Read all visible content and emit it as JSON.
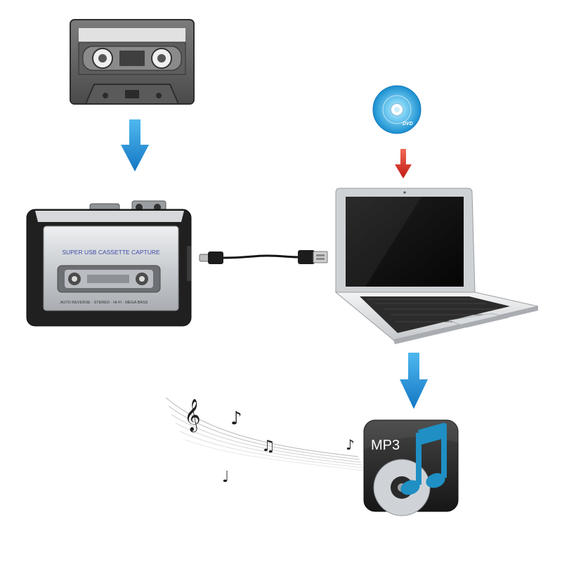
{
  "player": {
    "brand_label": "SUPER USB CASSETTE CAPTURE",
    "feature_label": "AUTO REVERSE · STEREO · HI-FI · MEGA BASS"
  },
  "disc": {
    "label": "DVD"
  },
  "mp3_app": {
    "label": "MP3"
  },
  "colors": {
    "arrow_blue": "#1c8fd6",
    "arrow_red": "#d8261c",
    "mp3_tile": "#2a2a2a",
    "mp3_note": "#1f8fc4",
    "disc_cyan": "#2fb3e8"
  },
  "icons": [
    "cassette-tape-icon",
    "dvd-disc-icon",
    "usb-cable-icon",
    "laptop-icon",
    "mp3-note-icon",
    "music-note-icon"
  ]
}
